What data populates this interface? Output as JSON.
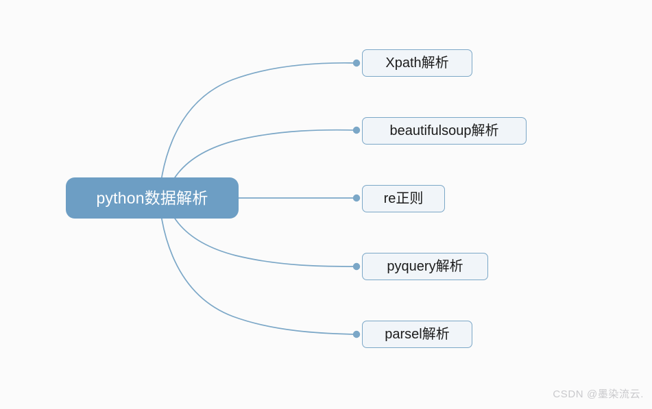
{
  "diagram": {
    "type": "mindmap",
    "background_color": "#fbfbfb",
    "root": {
      "label": "python数据解析",
      "fill_color": "#6d9ec4",
      "text_color": "#ffffff"
    },
    "branch_color": "#7ba7c7",
    "node_fill_color": "#f1f5f9",
    "node_text_color": "#1b1b1b",
    "children": [
      {
        "label": "Xpath解析"
      },
      {
        "label": "beautifulsoup解析"
      },
      {
        "label": "re正则"
      },
      {
        "label": "pyquery解析"
      },
      {
        "label": "parsel解析"
      }
    ]
  },
  "watermark": {
    "text": "CSDN @墨染流云.",
    "color": "#c9c9cc"
  }
}
